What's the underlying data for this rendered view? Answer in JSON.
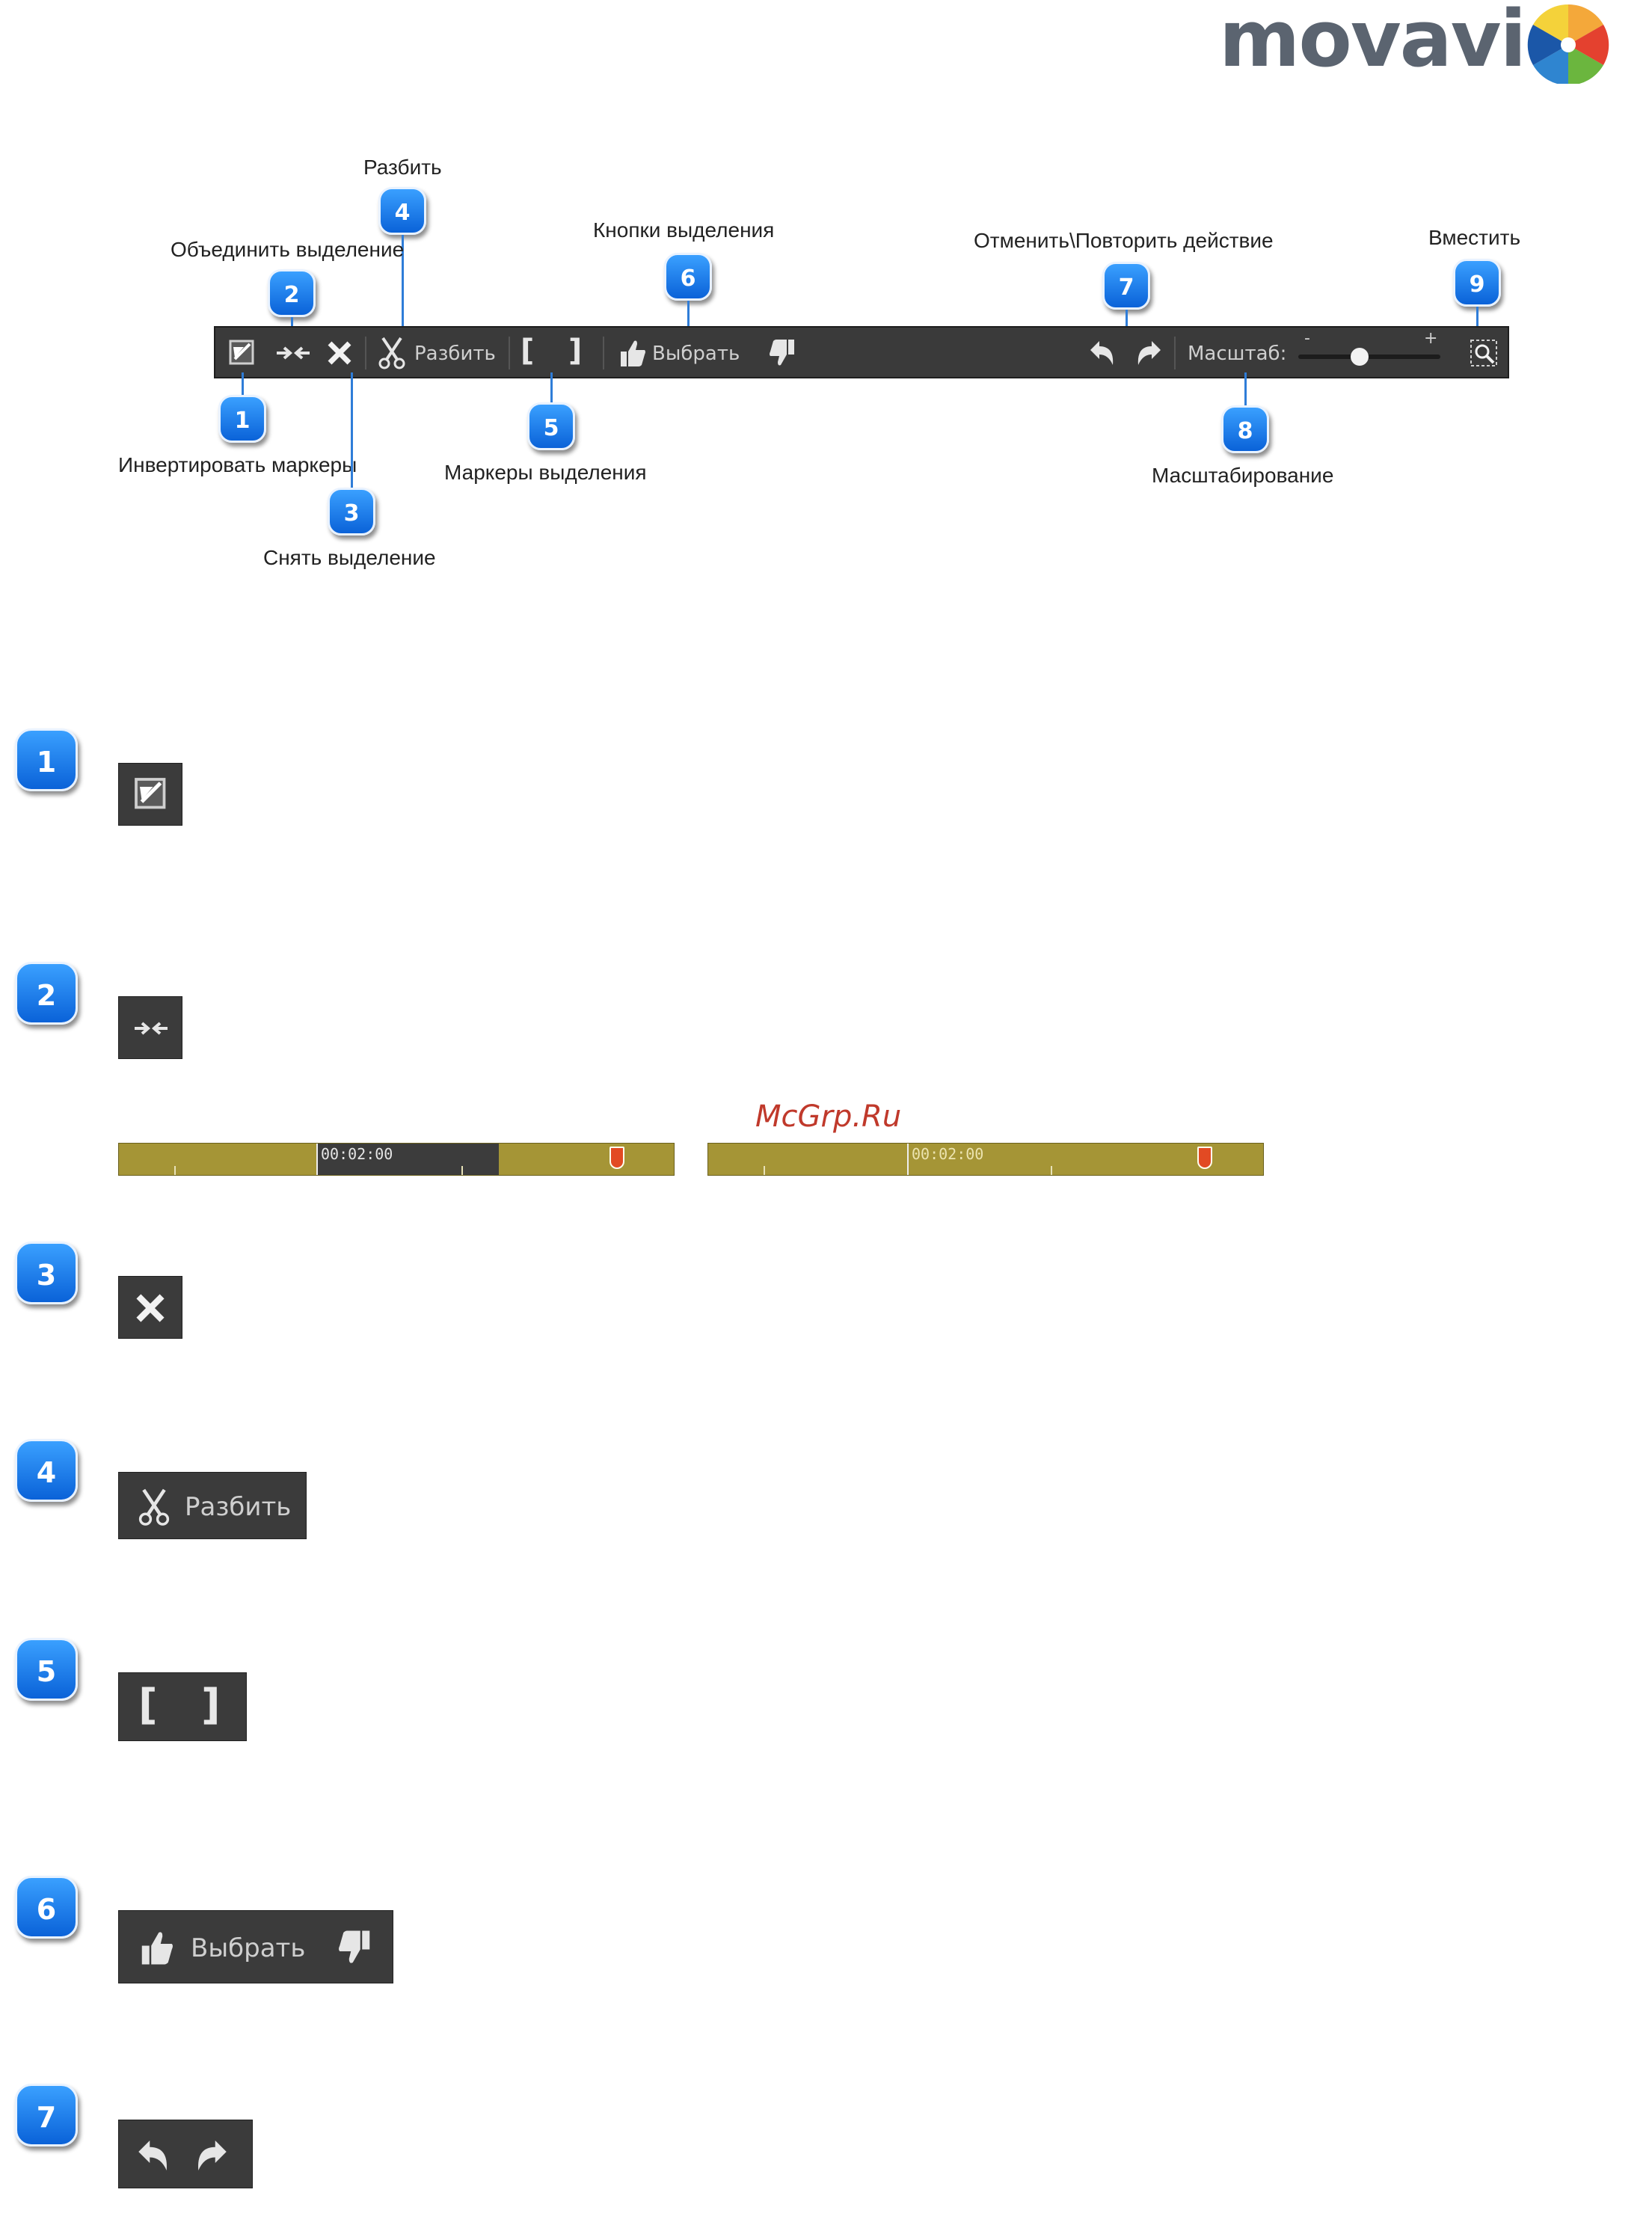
{
  "logo": {
    "wordmark": "movavi"
  },
  "watermark": "McGrp.Ru",
  "callouts": {
    "c1": {
      "number": "1",
      "label": "Инвертировать маркеры"
    },
    "c2": {
      "number": "2",
      "label": "Объединить выделение"
    },
    "c3": {
      "number": "3",
      "label": "Снять выделение"
    },
    "c4": {
      "number": "4",
      "label": "Разбить"
    },
    "c5": {
      "number": "5",
      "label": "Маркеры выделения"
    },
    "c6": {
      "number": "6",
      "label": "Кнопки выделения"
    },
    "c7": {
      "number": "7",
      "label": "Отменить\\Повторить действие"
    },
    "c8": {
      "number": "8",
      "label": "Масштабирование"
    },
    "c9": {
      "number": "9",
      "label": "Вместить"
    }
  },
  "toolbar": {
    "split_label": "Разбить",
    "select_label": "Выбрать",
    "zoom_label": "Масштаб:",
    "zoom_minus": "-",
    "zoom_plus": "+",
    "zoom_level": 0.42
  },
  "sections": [
    {
      "number": "1"
    },
    {
      "number": "2"
    },
    {
      "number": "3"
    },
    {
      "number": "4"
    },
    {
      "number": "5"
    },
    {
      "number": "6"
    },
    {
      "number": "7"
    }
  ],
  "details": {
    "split_label": "Разбить",
    "select_label": "Выбрать"
  },
  "timeline": {
    "time_left": "00:02:00",
    "time_right": "00:02:00"
  },
  "icons": [
    "invert-markers-icon",
    "merge-icon",
    "close-icon",
    "scissors-icon",
    "bracket-open-icon",
    "bracket-close-icon",
    "thumbs-up-icon",
    "thumbs-down-icon",
    "undo-icon",
    "redo-icon",
    "fit-zoom-icon"
  ]
}
